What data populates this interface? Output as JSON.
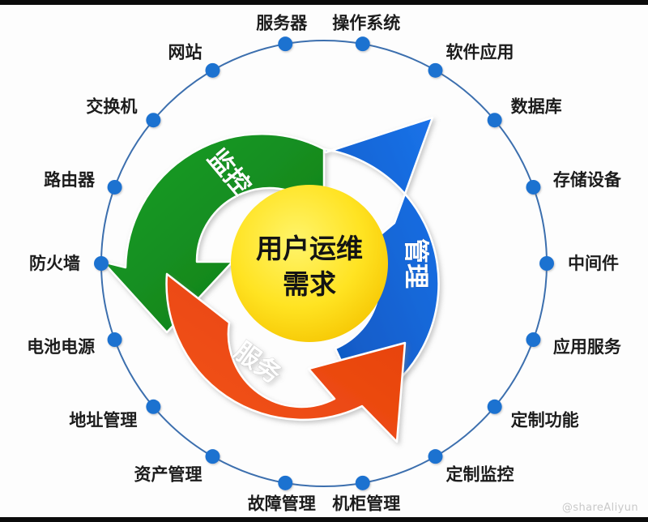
{
  "diagram": {
    "title": "用户运维需求",
    "center": {
      "lines": [
        "用户运维",
        "需求"
      ],
      "color": "#ffe322"
    },
    "cycle": [
      {
        "key": "monitor",
        "label": "监控",
        "color": "#138a1e",
        "name": "green-arrow-monitoring"
      },
      {
        "key": "manage",
        "label": "管理",
        "color": "#1565d8",
        "name": "blue-arrow-management"
      },
      {
        "key": "service",
        "label": "服务",
        "color": "#f04b14",
        "name": "red-arrow-service"
      }
    ],
    "ring": {
      "node_color": "#1f72d0",
      "line_color": "#3c6fae",
      "nodes": [
        {
          "index": 0,
          "label": "服务器",
          "angle": -100
        },
        {
          "index": 1,
          "label": "操作系统",
          "angle": -80
        },
        {
          "index": 2,
          "label": "软件应用",
          "angle": -60
        },
        {
          "index": 3,
          "label": "数据库",
          "angle": -40
        },
        {
          "index": 4,
          "label": "存储设备",
          "angle": -20
        },
        {
          "index": 5,
          "label": "中间件",
          "angle": 0
        },
        {
          "index": 6,
          "label": "应用服务",
          "angle": 20
        },
        {
          "index": 7,
          "label": "定制功能",
          "angle": 40
        },
        {
          "index": 8,
          "label": "定制监控",
          "angle": 60
        },
        {
          "index": 9,
          "label": "机柜管理",
          "angle": 80
        },
        {
          "index": 10,
          "label": "故障管理",
          "angle": 100
        },
        {
          "index": 11,
          "label": "资产管理",
          "angle": 120
        },
        {
          "index": 12,
          "label": "地址管理",
          "angle": 140
        },
        {
          "index": 13,
          "label": "电池电源",
          "angle": 160
        },
        {
          "index": 14,
          "label": "防火墙",
          "angle": 180
        },
        {
          "index": 15,
          "label": "路由器",
          "angle": 200
        },
        {
          "index": 16,
          "label": "交换机",
          "angle": 220
        },
        {
          "index": 17,
          "label": "网站",
          "angle": 240
        }
      ]
    },
    "watermark": "@shareAliyun"
  }
}
